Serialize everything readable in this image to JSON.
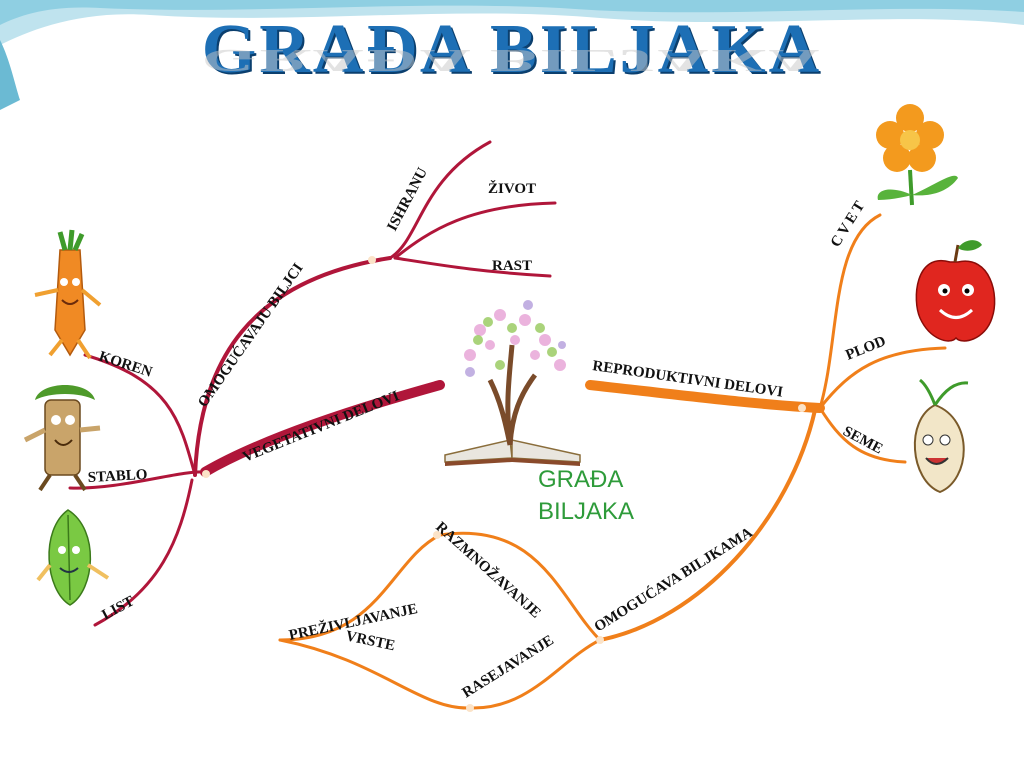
{
  "title": "GRAĐA BILJAKA",
  "center": {
    "line1": "GRAĐA",
    "line2": "BILJAKA"
  },
  "branches": {
    "vegetative": {
      "label": "VEGETATIVNI DELOVI",
      "color": "#c8102e",
      "sub_enable": "OMOGUĆAVAJU BILJCI",
      "enable_items": [
        "ISHRANU",
        "ŽIVOT",
        "RAST"
      ],
      "parts": [
        "KOREN",
        "STABLO",
        "LIST"
      ]
    },
    "reproductive": {
      "label": "REPRODUKTIVNI DELOVI",
      "color": "#f07f1a",
      "parts": [
        "CVET",
        "PLOD",
        "SEME"
      ],
      "sub_enable": "OMOGUĆAVA BILJKAMA",
      "enable_items": [
        "RAZMNOŽAVANJE",
        "RASEJAVANJE",
        "PREŽIVLJAVANJE",
        "VRSTE"
      ]
    }
  },
  "colors": {
    "title": "#1d6fb5",
    "vegetative": "#c8102e",
    "reproductive": "#f07f1a",
    "center_text": "#2e9b3a"
  }
}
